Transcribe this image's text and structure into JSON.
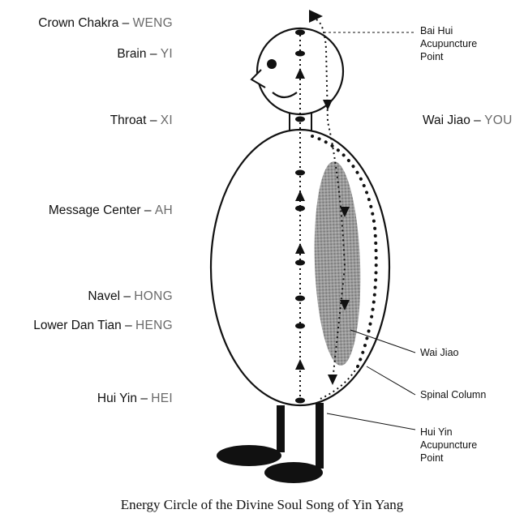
{
  "labels": {
    "crown": {
      "name": "Crown Chakra",
      "sound": "WENG"
    },
    "brain": {
      "name": "Brain",
      "sound": "YI"
    },
    "throat": {
      "name": "Throat",
      "sound": "XI"
    },
    "message": {
      "name": "Message Center",
      "sound": "AH"
    },
    "navel": {
      "name": "Navel",
      "sound": "HONG"
    },
    "lower": {
      "name": "Lower Dan Tian",
      "sound": "HENG"
    },
    "huiyin": {
      "name": "Hui Yin",
      "sound": "HEI"
    },
    "waijiao_sound": {
      "name": "Wai Jiao",
      "sound": "YOU"
    }
  },
  "separator": "–",
  "annotations": {
    "baihui": [
      "Bai Hui",
      "Acupuncture",
      "Point"
    ],
    "waijiao": "Wai Jiao",
    "spinal": "Spinal Column",
    "huiyin_point": [
      "Hui Yin",
      "Acupuncture",
      "Point"
    ]
  },
  "caption": "Energy Circle of the Divine Soul Song of Yin Yang"
}
